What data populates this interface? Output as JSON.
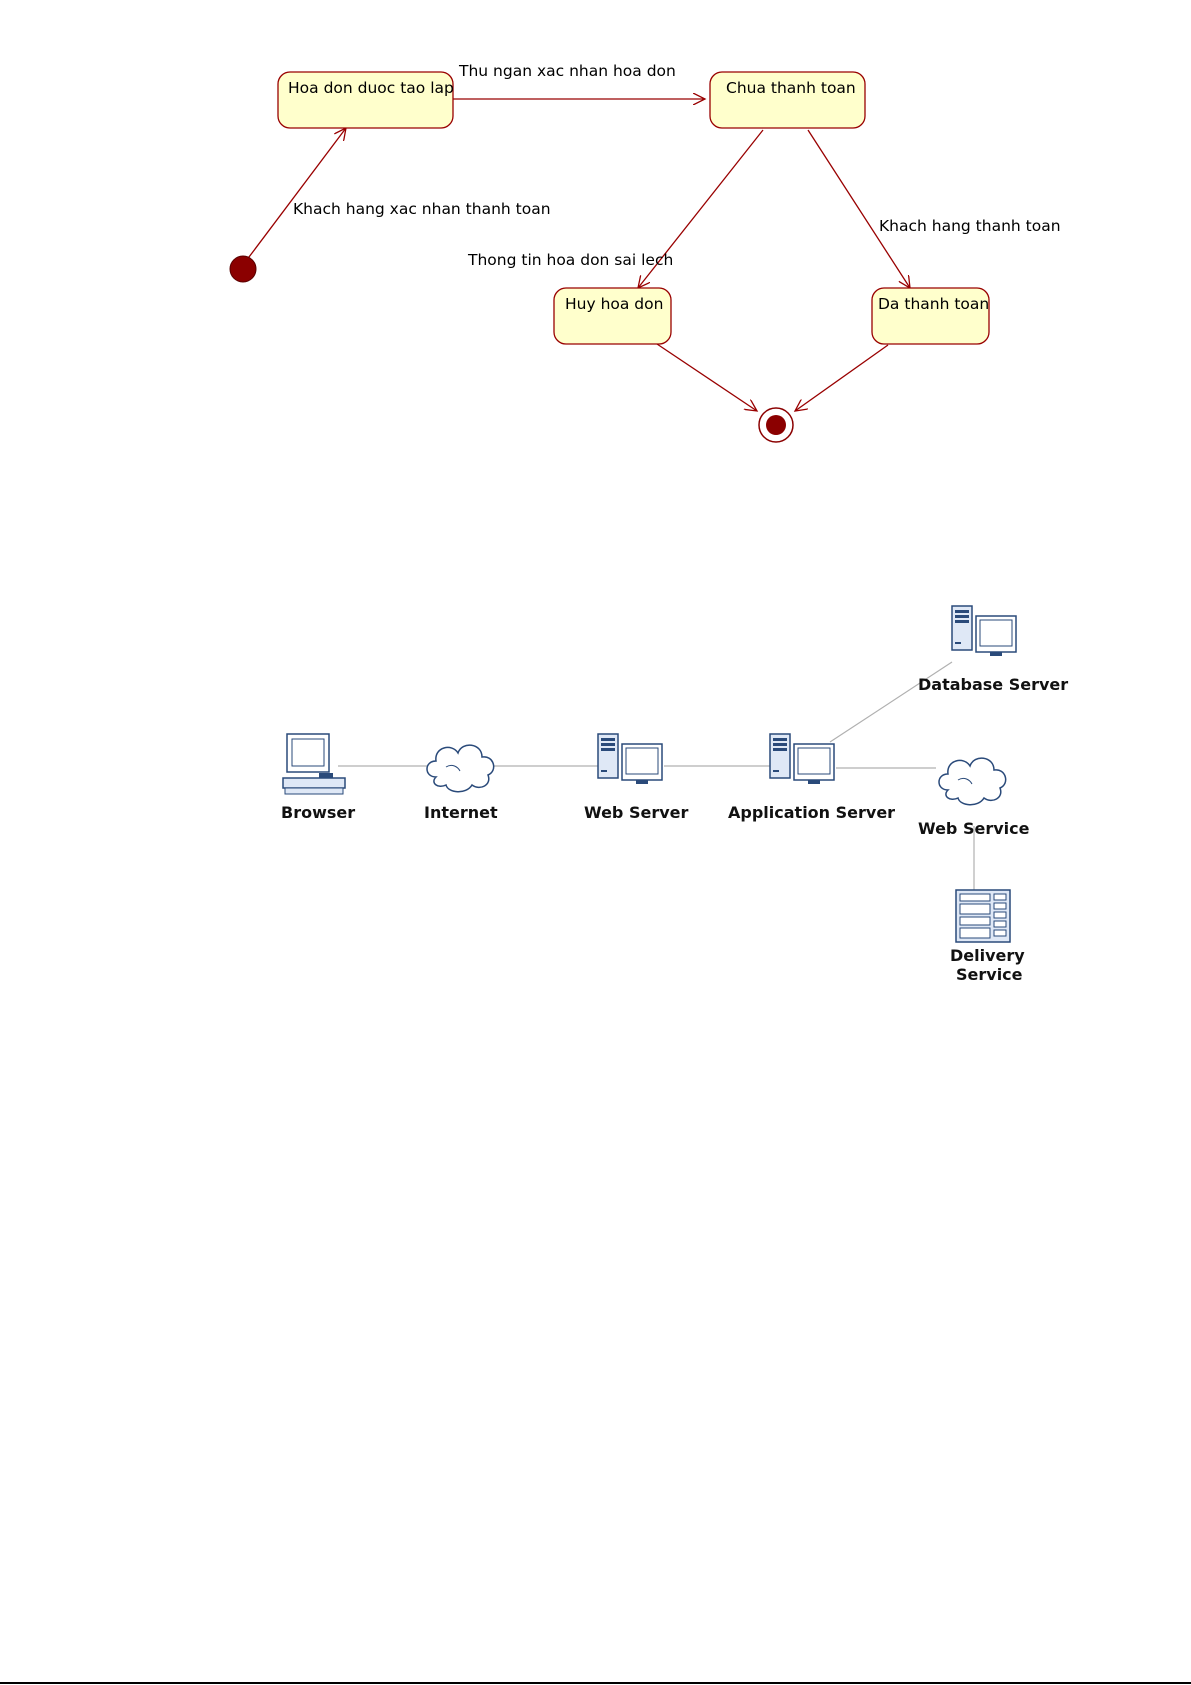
{
  "state_diagram": {
    "states": {
      "created": "Hoa don duoc tao lap",
      "unpaid": "Chua thanh toan",
      "cancelled": "Huy hoa don",
      "paid": "Da thanh toan"
    },
    "transitions": {
      "cashier_confirm": "Thu ngan xac nhan hoa don",
      "customer_confirm": "Khach hang xac nhan thanh toan",
      "wrong_info": "Thong tin hoa don sai lech",
      "customer_pays": "Khach hang thanh toan"
    }
  },
  "deployment_diagram": {
    "nodes": {
      "browser": "Browser",
      "internet": "Internet",
      "web_server": "Web Server",
      "app_server": "Application Server",
      "database": "Database Server",
      "web_service": "Web Service",
      "delivery_line1": "Delivery",
      "delivery_line2": "Service"
    }
  },
  "colors": {
    "state_fill": "#ffffcc",
    "state_stroke": "#990000",
    "node_dot": "#8b0000",
    "link": "#b0b0b0",
    "icon_stroke": "#2a4a7a",
    "icon_fill": "#dfe8f6"
  }
}
